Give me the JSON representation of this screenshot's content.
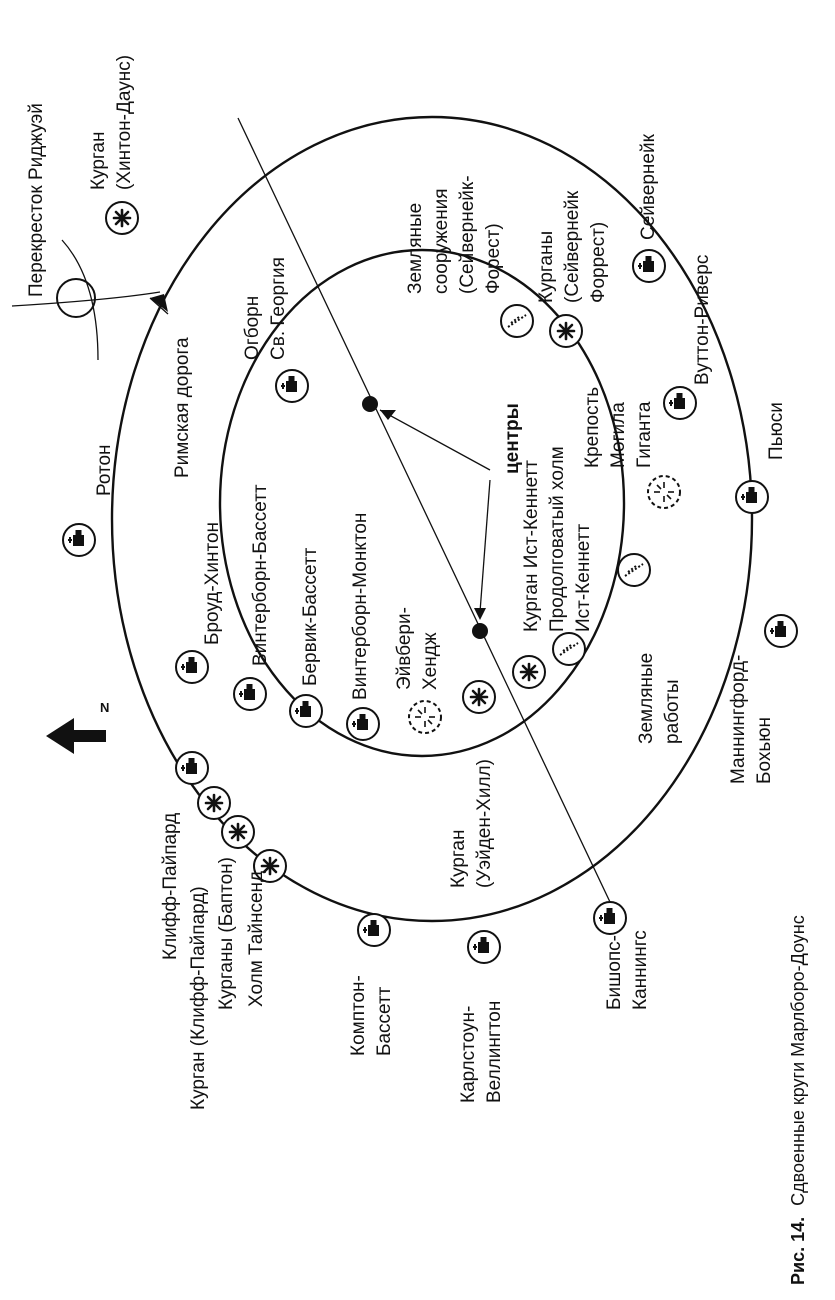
{
  "caption": {
    "prefix": "Рис. 14.",
    "text": "Сдвоенные круги Марлборо-Доунс"
  },
  "labels": {
    "ridgeway": "Перекресток Риджуэй",
    "hinton_downs_1": "Курган",
    "hinton_downs_2": "(Хинтон-Даунс)",
    "savernake": "Сейвернейк",
    "wootton_rivers": "Вуттон-Риверс",
    "savernake_earthworks_1": "Земляные",
    "savernake_earthworks_2": "сооружения",
    "savernake_earthworks_3": "(Сейвернейк-",
    "savernake_earthworks_4": "Форест)",
    "savernake_barrows_1": "Курганы",
    "savernake_barrows_2": "(Сейвернейк",
    "savernake_barrows_3": "Форрест)",
    "ogbourne_1": "Огборн",
    "ogbourne_2": "Св. Георгия",
    "roman_road": "Римская дорога",
    "roton": "Ротон",
    "centers": "центры",
    "east_kennett_barrow": "Курган Ист-Кеннетт",
    "long_barrow_1": "Продолговатый холм",
    "long_barrow_2": "Ист-Кеннетт",
    "giants_grave_1": "Крепость",
    "giants_grave_2": "Могила",
    "giants_grave_3": "Гиганта",
    "pewsey": "Пьюси",
    "broad_hinton": "Броуд-Хинтон",
    "winterbourne_bassett": "Винтерборн-Бассетт",
    "berwick_bassett": "Бервик-Бассетт",
    "winterbourne_monkton": "Винтерборн-Монктон",
    "avebury_1": "Эйвбери-",
    "avebury_2": "Хендж",
    "earthworks_1": "Земляные",
    "earthworks_2": "работы",
    "manningford_1": "Маннингфорд-",
    "manningford_2": "Бохьюн",
    "waden_1": "Курган",
    "waden_2": "(Уэйден-Хилл)",
    "bishops_1": "Бишопс-",
    "bishops_2": "Каннингс",
    "clyffe_pypard": "Клифф-Пайпард",
    "clyffe_barrow": "Курган (Клифф-Пайпард)",
    "barrows_bupton": "Курганы (Баптон)",
    "townsend": "Холм Тайнсенд",
    "compton_1": "Комптон-",
    "compton_2": "Бассетт",
    "calstone_1": "Карлстоун-",
    "calstone_2": "Веллингтон",
    "north": "N"
  },
  "icons": {
    "church": "church-icon",
    "barrow": "barrow-icon",
    "earthwork": "earthwork-icon",
    "henge": "henge-icon",
    "center": "center-dot-icon",
    "north": "north-arrow-icon"
  }
}
